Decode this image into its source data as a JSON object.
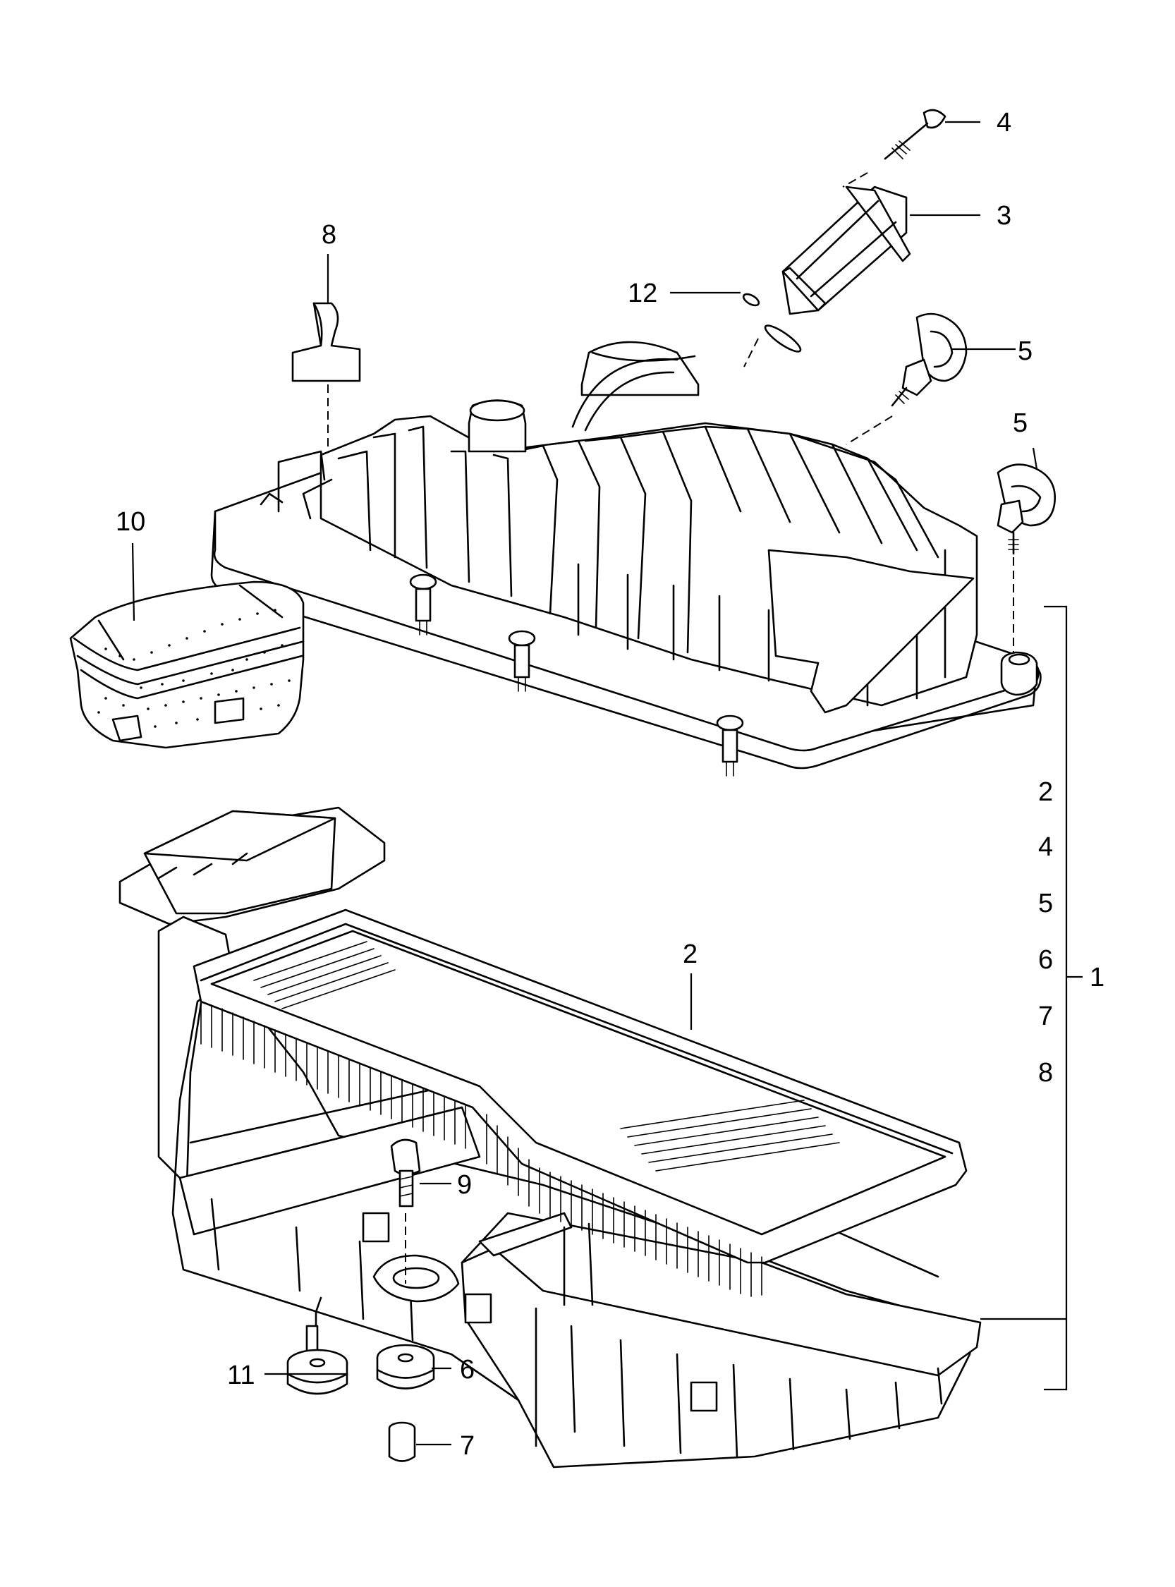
{
  "callouts": {
    "c1": "1",
    "c2": "2",
    "c3": "3",
    "c4": "4",
    "c5a": "5",
    "c5b": "5",
    "c6": "6",
    "c7": "7",
    "c8": "8",
    "c9": "9",
    "c10": "10",
    "c11": "11",
    "c12": "12"
  },
  "kit_list": [
    "2",
    "4",
    "5",
    "6",
    "7",
    "8"
  ]
}
